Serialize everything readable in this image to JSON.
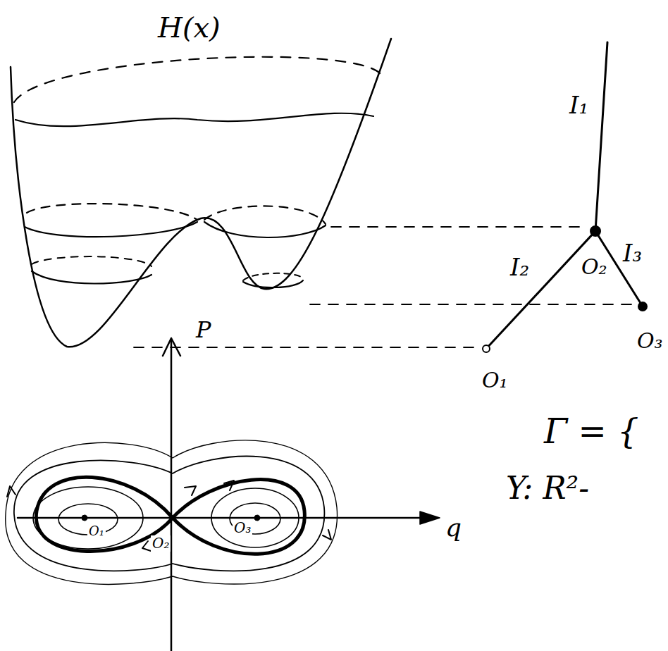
{
  "diagram": {
    "nodes": [
      {
        "text": [
          "O₂"
        ]
      },
      {
        "text": [
          "O₃"
        ]
      },
      {
        "text": [
          "O₁"
        ]
      }
    ],
    "edges": [
      {
        "from": 2,
        "to": 0,
        "arrow": "none",
        "label": "I₂"
      },
      {
        "from": 0,
        "to": 1,
        "arrow": "none",
        "label": "I₃"
      }
    ],
    "labels": [
      "H(x)",
      "I₁",
      "P",
      "q",
      "O₁",
      "O₂",
      "O₃",
      "Γ = {",
      "Y: R²-"
    ]
  }
}
